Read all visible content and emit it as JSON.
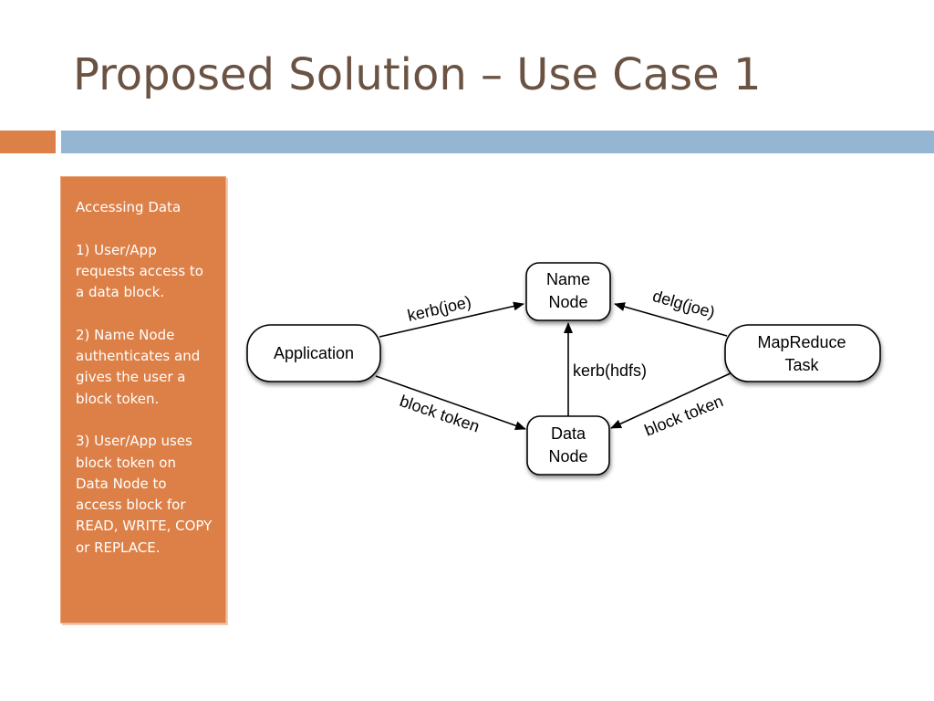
{
  "title": "Proposed Solution – Use Case 1",
  "panel": {
    "heading": "Accessing Data",
    "steps": [
      "1) User/App requests access to a data block.",
      "2) Name Node authenticates and gives the user a block token.",
      "3) User/App uses block token on Data Node to access block for READ, WRITE, COPY or REPLACE."
    ]
  },
  "diagram": {
    "nodes": {
      "application": "Application",
      "name_node_l1": "Name",
      "name_node_l2": "Node",
      "data_node_l1": "Data",
      "data_node_l2": "Node",
      "mapreduce_l1": "MapReduce",
      "mapreduce_l2": "Task"
    },
    "edges": {
      "app_to_namenode": "kerb(joe)",
      "mapreduce_to_namenode": "delg(joe)",
      "datanode_to_namenode": "kerb(hdfs)",
      "app_to_datanode": "block token",
      "mapreduce_to_datanode": "block token"
    }
  },
  "colors": {
    "title": "#6b5344",
    "accent_orange": "#dd8047",
    "accent_blue": "#94b6d2",
    "panel_text": "#ffffff"
  }
}
